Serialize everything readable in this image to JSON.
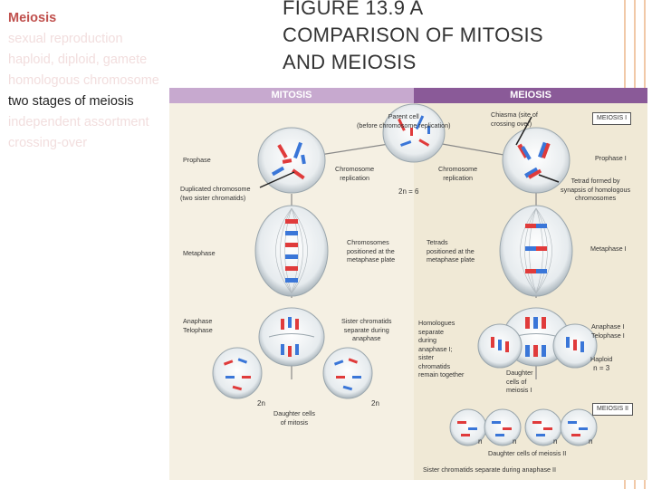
{
  "topics": [
    {
      "text": "Meiosis",
      "style": "main"
    },
    {
      "text": "sexual reproduction",
      "style": "faded"
    },
    {
      "text": "haploid, diploid, gamete",
      "style": "faded"
    },
    {
      "text": "homologous chromosome",
      "style": "faded"
    },
    {
      "text": "two stages of meiosis",
      "style": "highlight"
    },
    {
      "text": "independent assortment",
      "style": "faded"
    },
    {
      "text": "crossing-over",
      "style": "faded"
    }
  ],
  "title": {
    "line1": "FIGURE 13.9 A",
    "line2": "COMPARISON OF MITOSIS",
    "line3": "AND MEIOSIS"
  },
  "figure": {
    "mitosis_header": "MITOSIS",
    "meiosis_header": "MEIOSIS",
    "meiosis1_box": "MEIOSIS I",
    "meiosis2_box": "MEIOSIS II",
    "parent_cell_1": "Parent cell",
    "parent_cell_2": "(before chromosome replication)",
    "chiasma_1": "Chiasma (site of",
    "chiasma_2": "crossing over)",
    "prophase": "Prophase",
    "prophase_1": "Prophase I",
    "replication_left_1": "Chromosome",
    "replication_left_2": "replication",
    "replication_right_1": "Chromosome",
    "replication_right_2": "replication",
    "tetrad_1": "Tetrad formed by",
    "tetrad_2": "synapsis of homologous",
    "tetrad_3": "chromosomes",
    "duplicated_1": "Duplicated chromosome",
    "duplicated_2": "(two sister chromatids)",
    "two_n_6": "2n = 6",
    "metaphase": "Metaphase",
    "metaphase_1": "Metaphase I",
    "chrom_pos_1": "Chromosomes",
    "chrom_pos_2": "positioned at the",
    "chrom_pos_3": "metaphase plate",
    "tetrads_pos_1": "Tetrads",
    "tetrads_pos_2": "positioned at the",
    "tetrads_pos_3": "metaphase plate",
    "anaphase_1": "Anaphase",
    "anaphase_2": "Telophase",
    "anaphase_tel_1_a": "Anaphase I",
    "anaphase_tel_1_b": "Telophase I",
    "sister_sep_1": "Sister chromatids",
    "sister_sep_2": "separate during",
    "sister_sep_3": "anaphase",
    "homologues_1": "Homologues",
    "homologues_2": "separate",
    "homologues_3": "during",
    "homologues_4": "anaphase I;",
    "homologues_5": "sister",
    "homologues_6": "chromatids",
    "homologues_7": "remain together",
    "haploid_1": "Haploid",
    "haploid_2": "n = 3",
    "daughter_m1_1": "Daughter",
    "daughter_m1_2": "cells of",
    "daughter_m1_3": "meiosis I",
    "two_n_left": "2n",
    "two_n_right": "2n",
    "daughter_mitosis_1": "Daughter cells",
    "daughter_mitosis_2": "of mitosis",
    "n_labels": [
      "n",
      "n",
      "n",
      "n"
    ],
    "daughter_m2": "Daughter cells of meiosis II",
    "sister_sep_m2": "Sister chromatids separate during anaphase II"
  }
}
